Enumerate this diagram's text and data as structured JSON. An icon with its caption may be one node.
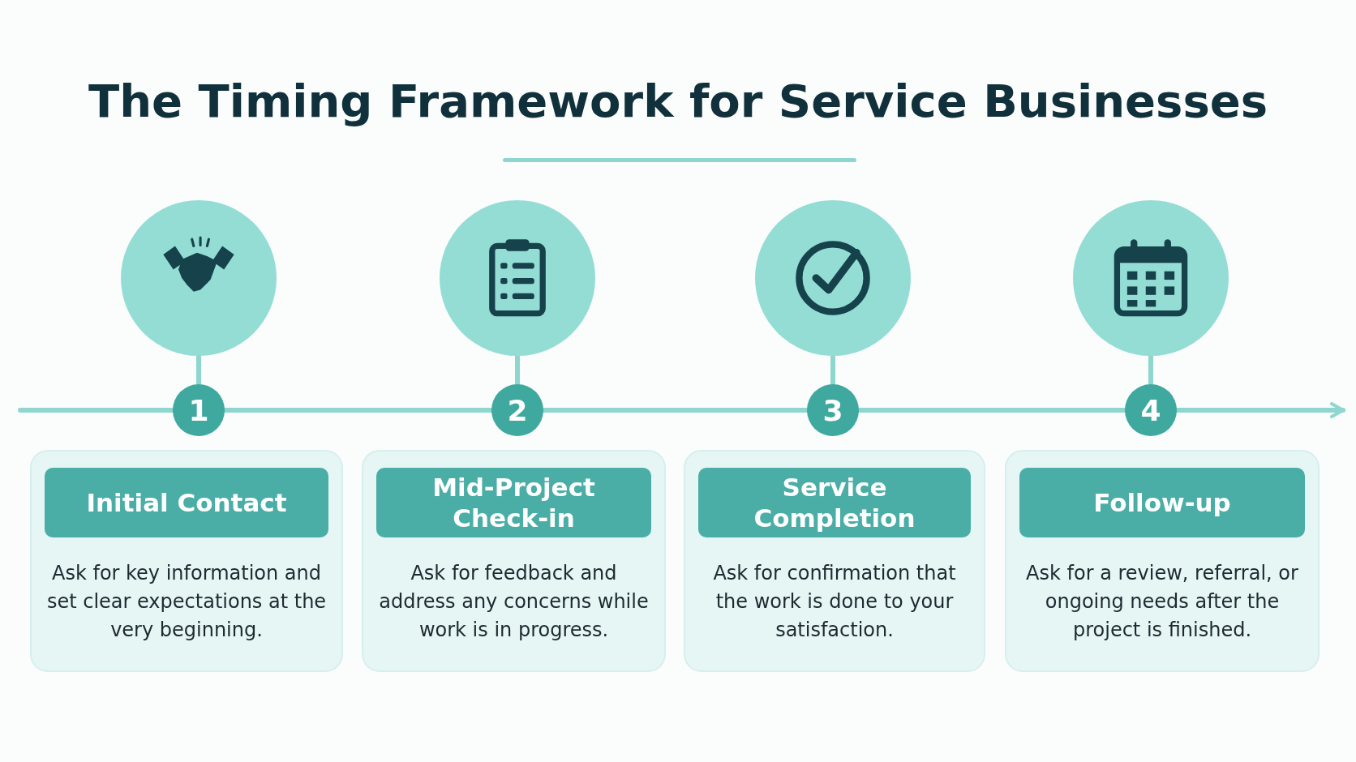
{
  "diagram": {
    "title": "The Timing Framework for Service Businesses",
    "nodes": [
      {
        "text": [],
        "shape": "circle"
      },
      {
        "text": [
          "1"
        ]
      },
      {
        "text": [
          "Initial Contact",
          "Ask for key information and set clear expectations at the very beginning."
        ]
      },
      {
        "text": [],
        "shape": "circle"
      },
      {
        "text": [
          "2"
        ]
      },
      {
        "text": [
          "Mid-Project Check-in",
          "Ask for feedback and address any concerns while work is in progress."
        ]
      },
      {
        "text": [],
        "shape": "circle"
      },
      {
        "text": [
          "3"
        ]
      },
      {
        "text": [
          "Service Completion",
          "Ask for confirmation that the work is done to your satisfaction."
        ]
      },
      {
        "text": [],
        "shape": "circle"
      },
      {
        "text": [
          "4"
        ]
      },
      {
        "text": [
          "Follow-up",
          "Ask for a review, referral, or ongoing needs after the project is finished."
        ]
      }
    ],
    "edges": [
      {
        "from": 0,
        "to": 1,
        "arrow": "none"
      },
      {
        "from": 3,
        "to": 4,
        "arrow": "none"
      },
      {
        "from": 6,
        "to": 7,
        "arrow": "none"
      },
      {
        "from": 9,
        "to": 10,
        "arrow": "none"
      },
      {
        "from": null,
        "to": 1,
        "arrow": "none"
      },
      {
        "from": 1,
        "to": 4,
        "arrow": "none"
      },
      {
        "from": 4,
        "to": 7,
        "arrow": "none"
      },
      {
        "from": 7,
        "to": 10,
        "arrow": "none"
      },
      {
        "from": 10,
        "to": null,
        "arrow": "to"
      }
    ]
  }
}
